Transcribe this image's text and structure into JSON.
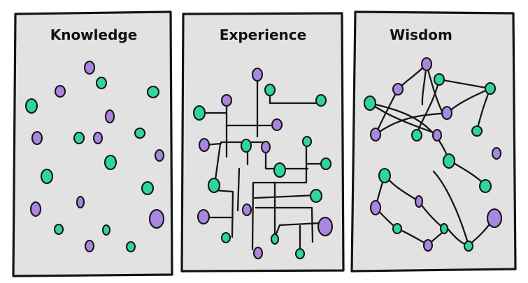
{
  "panels": [
    {
      "id": "knowledge",
      "title": "Knowledge"
    },
    {
      "id": "experience",
      "title": "Experience"
    },
    {
      "id": "wisdom",
      "title": "Wisdom"
    }
  ],
  "colors": {
    "background": "#ffffff",
    "panel_fill": "#e2e2e2",
    "outline": "#161616",
    "teal_dot": "#2fd4a3",
    "purple_dot": "#a986e0"
  }
}
